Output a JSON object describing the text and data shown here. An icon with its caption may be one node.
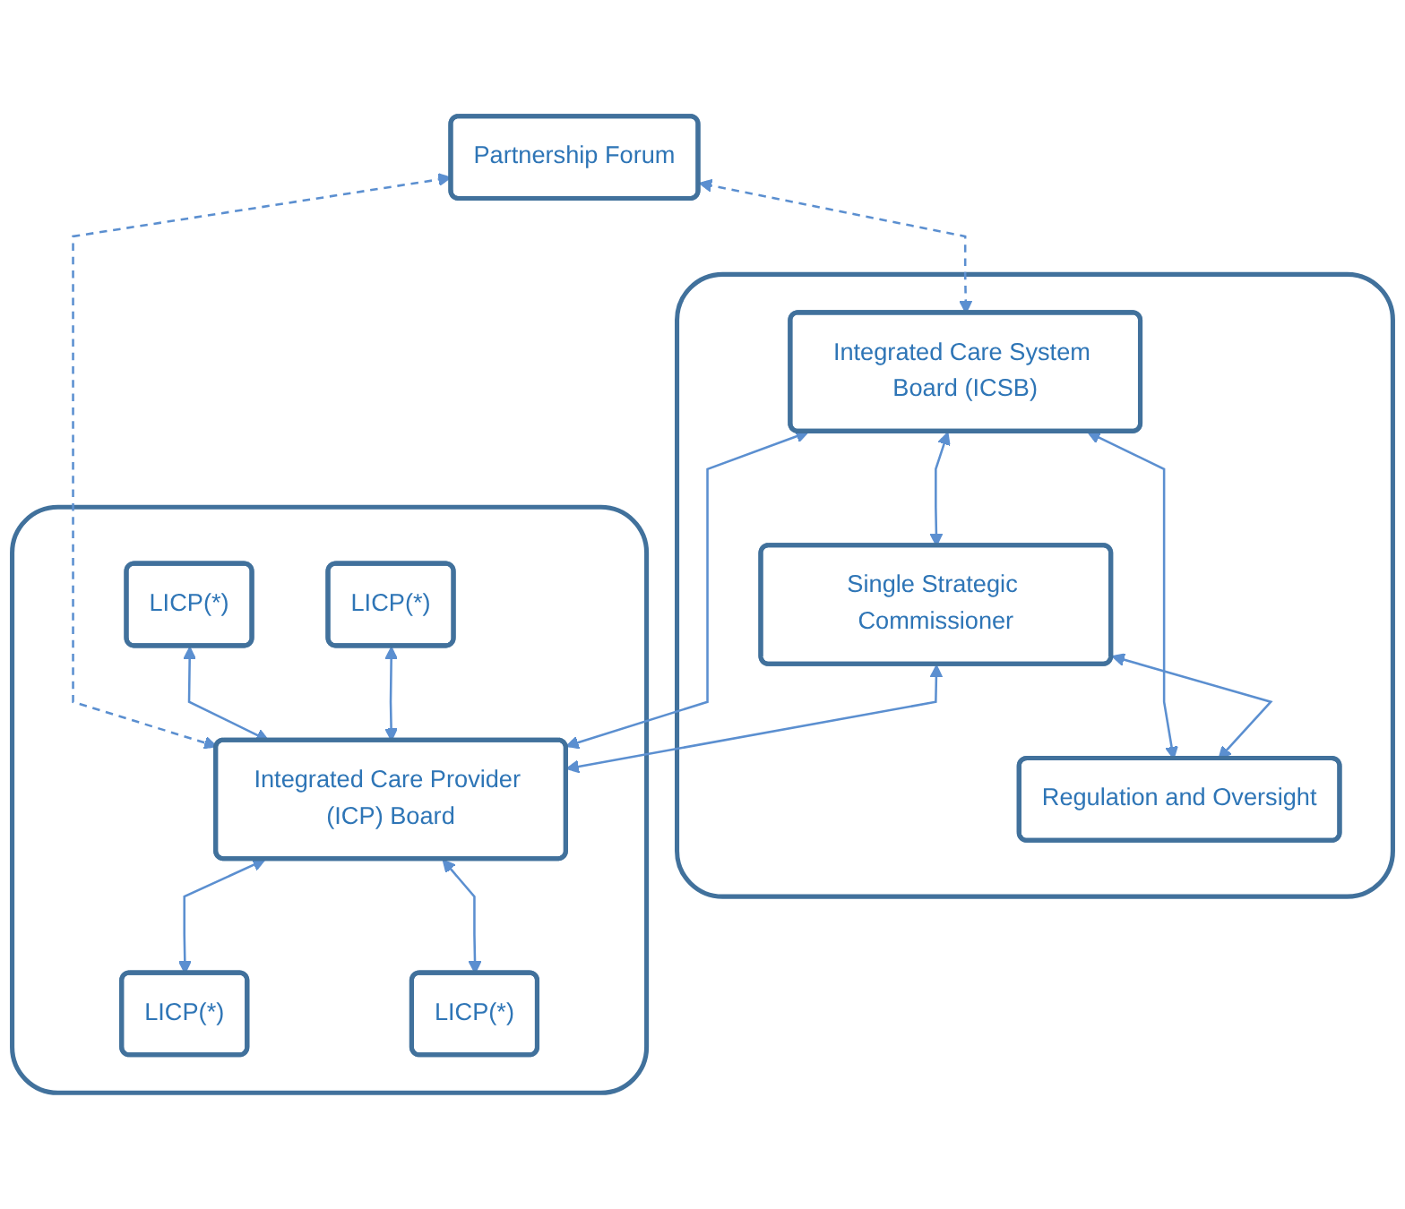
{
  "diagram": {
    "nodes": [
      {
        "text": [],
        "shape": "box"
      },
      {
        "text": [
          "Integrated Care System Board (ICSB)"
        ],
        "in": 0
      },
      {
        "text": [
          "Single Strategic Commissioner"
        ],
        "in": 0
      },
      {
        "text": [
          "Regulation and Oversight"
        ],
        "in": 0
      },
      {
        "text": [
          "Partnership Forum"
        ]
      },
      {
        "text": [],
        "shape": "box"
      },
      {
        "text": [
          "LICP(*)"
        ],
        "in": 5
      },
      {
        "text": [
          "LICP(*)"
        ],
        "in": 5
      },
      {
        "text": [
          "Integrated Care Provider (ICP) Board"
        ],
        "in": 5
      },
      {
        "text": [
          "LICP(*)"
        ],
        "in": 5
      },
      {
        "text": [
          "LICP(*)"
        ],
        "in": 5
      }
    ],
    "edges": [
      {
        "from": 4,
        "to": 1,
        "arrow": "both",
        "style": "dashed"
      },
      {
        "from": 1,
        "to": 2,
        "arrow": "both"
      },
      {
        "from": 1,
        "to": 3,
        "arrow": "both"
      },
      {
        "from": 2,
        "to": 3,
        "arrow": "both"
      },
      {
        "from": 4,
        "to": 8,
        "arrow": "both",
        "style": "dashed"
      },
      {
        "from": 1,
        "to": 8,
        "arrow": "both"
      },
      {
        "from": 2,
        "to": 8,
        "arrow": "both"
      },
      {
        "from": 6,
        "to": 8,
        "arrow": "both"
      },
      {
        "from": 7,
        "to": 8,
        "arrow": "both"
      },
      {
        "from": 8,
        "to": 9,
        "arrow": "both"
      },
      {
        "from": 8,
        "to": 10,
        "arrow": "both"
      }
    ]
  }
}
